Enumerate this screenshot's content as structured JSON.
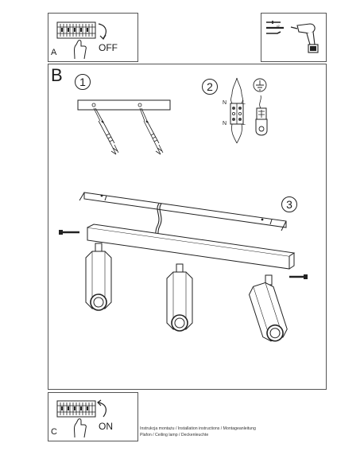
{
  "panel_a": {
    "letter": "A",
    "switch_label": "OFF"
  },
  "panel_b": {
    "letter": "B",
    "steps": [
      "1",
      "2",
      "3"
    ],
    "wiring_left": [
      "N",
      "N"
    ],
    "wiring_right": [
      "L",
      "L"
    ]
  },
  "panel_c": {
    "letter": "C",
    "switch_label": "ON"
  },
  "footer": {
    "line1": "Instrukcja montażu / Installation instructions / Montageanleitung",
    "line2": "Plafon / Ceiling lamp / Deckenleuchte"
  }
}
